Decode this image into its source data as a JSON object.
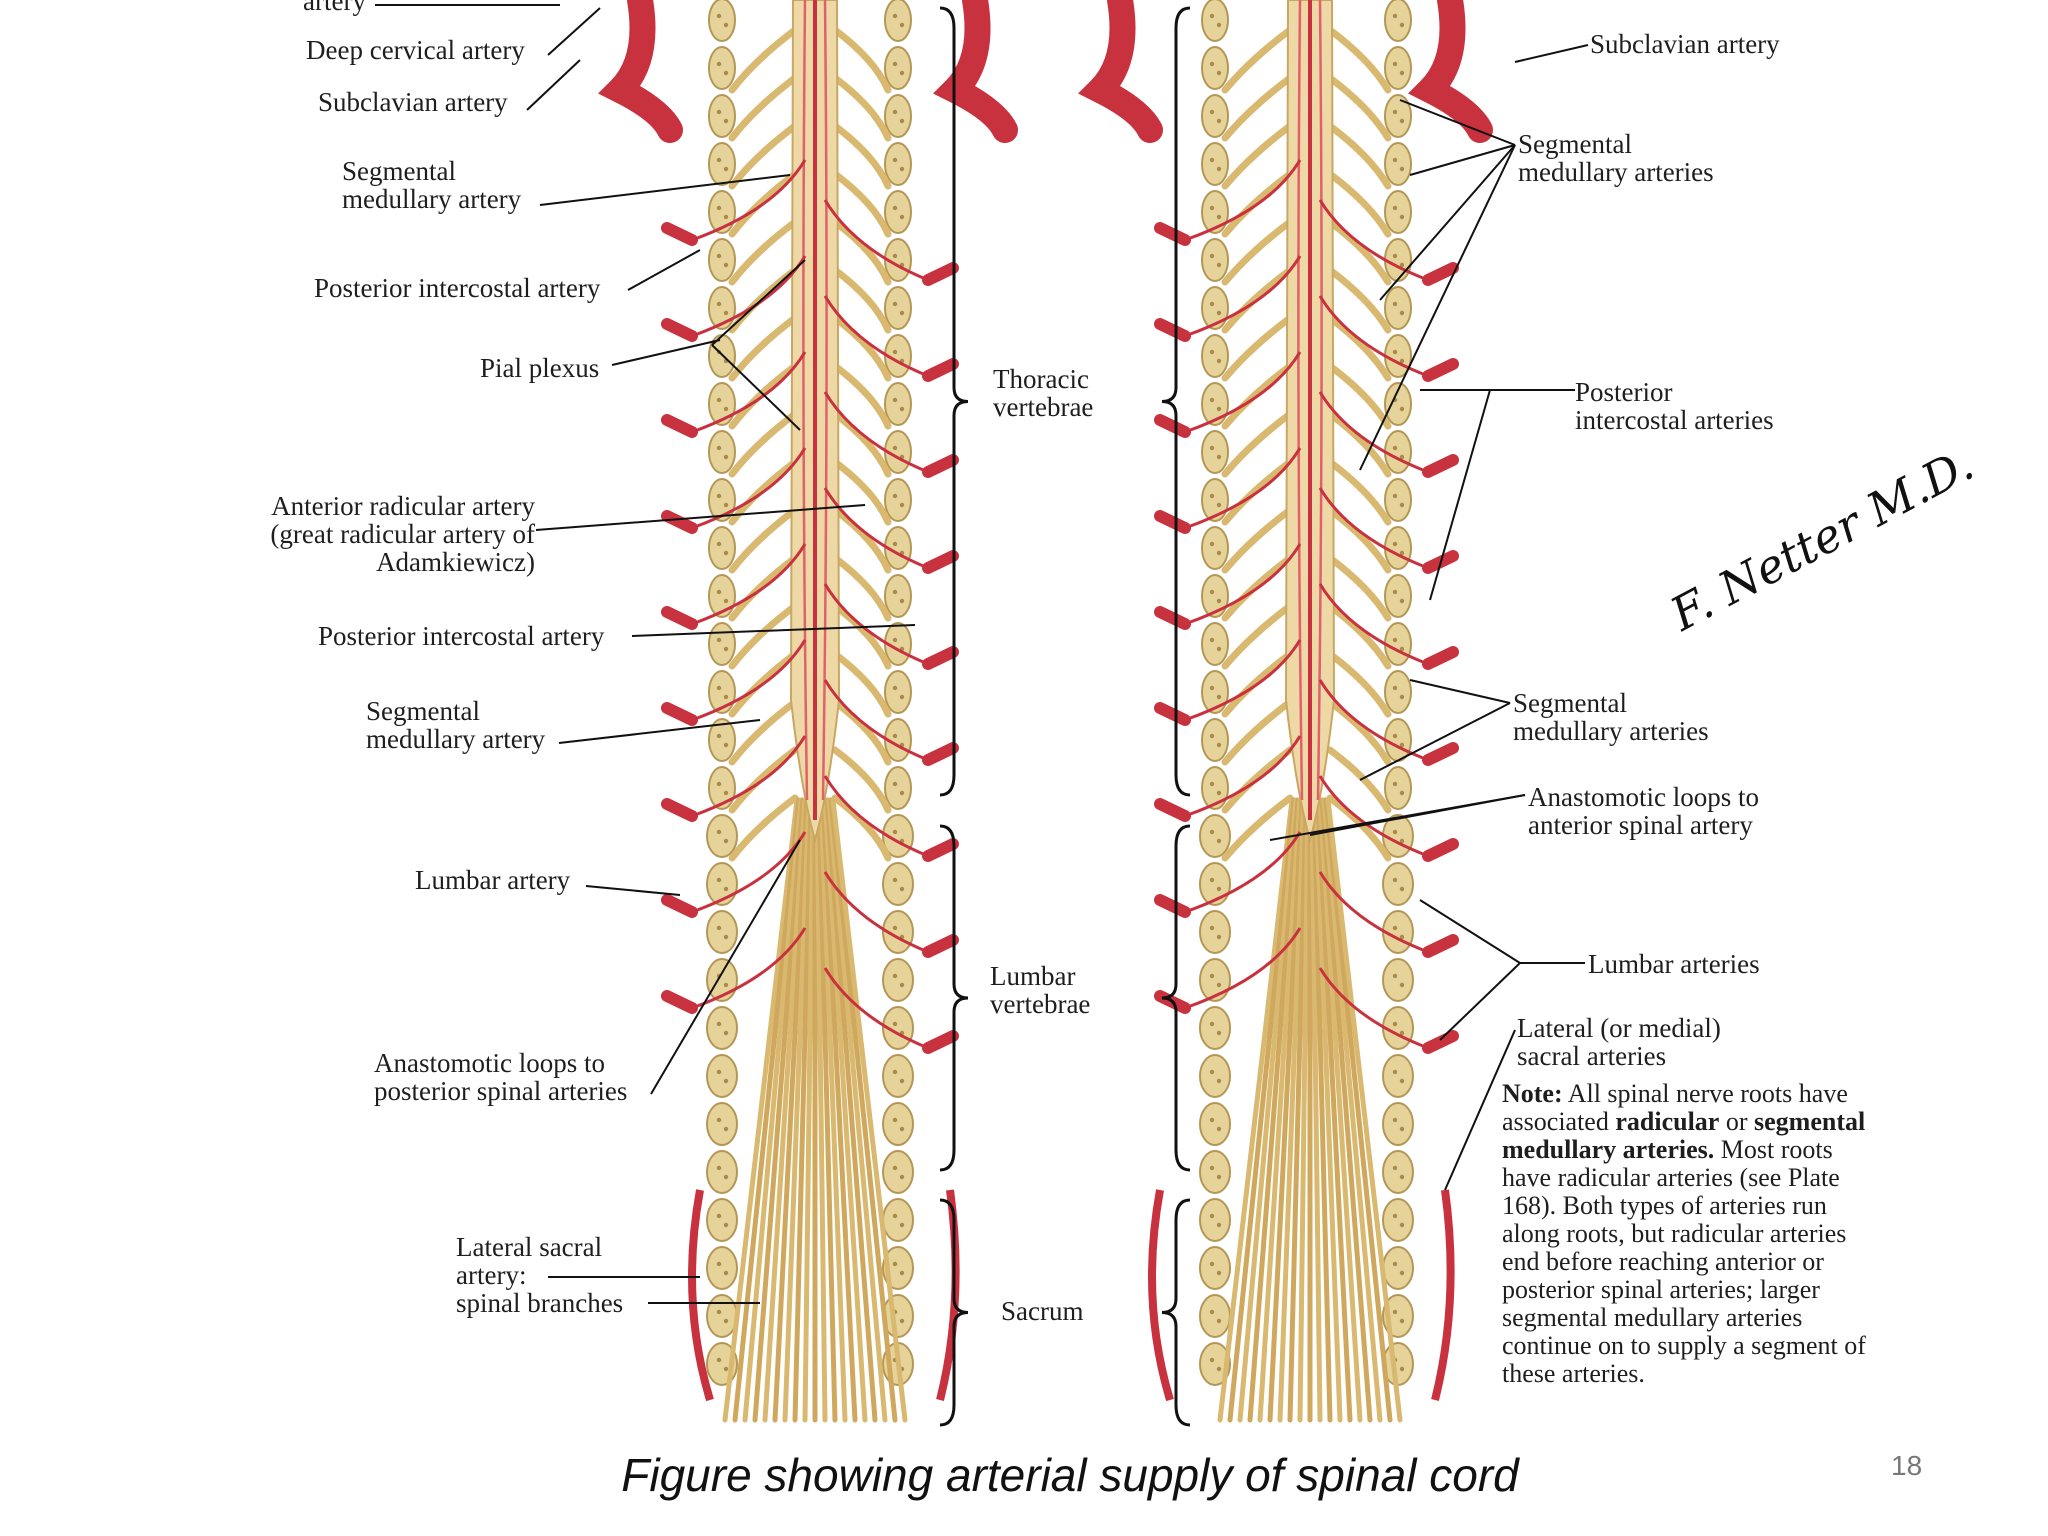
{
  "labels": {
    "artery_top": "artery",
    "deep_cervical": "Deep cervical artery",
    "subclavian_left": "Subclavian artery",
    "segmental_medullary_1": [
      "Segmental",
      "medullary artery"
    ],
    "posterior_intercostal_1": "Posterior intercostal artery",
    "pial_plexus": "Pial plexus",
    "anterior_radicular": [
      "Anterior radicular artery",
      "(great radicular artery of",
      "Adamkiewicz)"
    ],
    "posterior_intercostal_2": "Posterior intercostal artery",
    "segmental_medullary_2": [
      "Segmental",
      "medullary artery"
    ],
    "lumbar_artery": "Lumbar artery",
    "anastomotic_posterior": [
      "Anastomotic loops to",
      "posterior spinal arteries"
    ],
    "lateral_sacral": [
      "Lateral sacral",
      "artery:",
      "spinal branches"
    ],
    "thoracic_vertebrae": [
      "Thoracic",
      "vertebrae"
    ],
    "lumbar_vertebrae": [
      "Lumbar",
      "vertebrae"
    ],
    "sacrum": "Sacrum",
    "subclavian_right": "Subclavian artery",
    "segmental_medullary_arteries_1": [
      "Segmental",
      "medullary arteries"
    ],
    "posterior_intercostal_arteries": [
      "Posterior",
      "intercostal arteries"
    ],
    "segmental_medullary_arteries_2": [
      "Segmental",
      "medullary arteries"
    ],
    "anastomotic_anterior": [
      "Anastomotic loops to",
      "anterior spinal artery"
    ],
    "lumbar_arteries": "Lumbar arteries",
    "lateral_medial_sacral": [
      "Lateral (or medial)",
      "sacral arteries"
    ]
  },
  "note": {
    "bold_prefix": "Note:",
    "t1": " All spinal nerve roots have associated ",
    "b1": "radicular",
    "t2": " or ",
    "b2": "segmental medullary arteries.",
    "t3": " Most roots have radicular arteries (see Plate 168). Both types of arteries run along roots, but radicular arteries end before reaching anterior or posterior spinal arteries; larger segmental medullary arteries continue on to supply a segment of these arteries."
  },
  "signature": "F. Netter M.D.",
  "caption": "Figure showing arterial supply of spinal cord",
  "page_number": "18",
  "colors": {
    "artery": "#c8323f",
    "artery_light": "#e0606b",
    "nerve": "#d9b870",
    "nerve_light": "#eed9a6",
    "vertebra": "#e6d39a",
    "vertebra_spots": "#a88a4a",
    "bracket": "#111111"
  }
}
